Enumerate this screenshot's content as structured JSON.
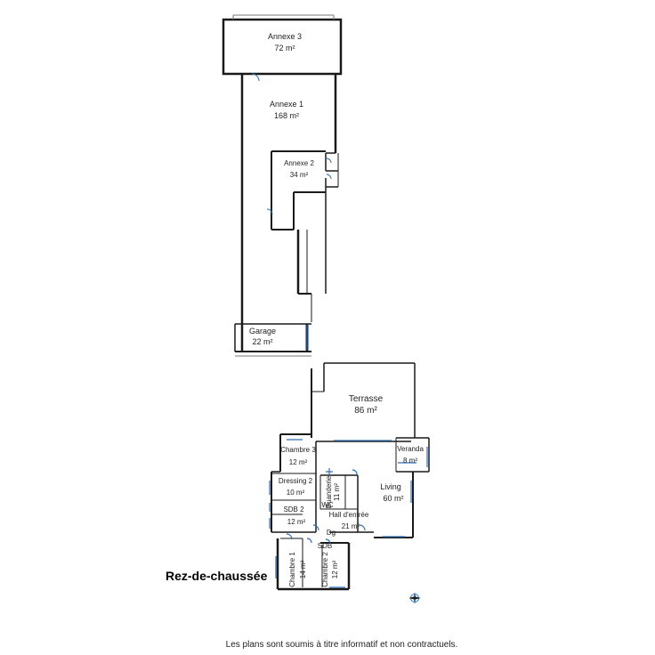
{
  "plan": {
    "level_title": "Rez-de-chaussée",
    "disclaimer": "Les plans sont soumis à titre informatif et non contractuels.",
    "rooms": {
      "annexe3": {
        "name": "Annexe 3",
        "area": "72 m²"
      },
      "annexe1": {
        "name": "Annexe 1",
        "area": "168 m²"
      },
      "annexe2": {
        "name": "Annexe 2",
        "area": "34 m²"
      },
      "garage": {
        "name": "Garage",
        "area": "22 m²"
      },
      "terrasse": {
        "name": "Terrasse",
        "area": "86 m²"
      },
      "chambre3": {
        "name": "Chambre 3",
        "area": "12 m²"
      },
      "veranda": {
        "name": "Veranda",
        "area": "8 m²"
      },
      "dressing2": {
        "name": "Dressing 2",
        "area": "10 m²"
      },
      "buanderie": {
        "name": "Buanderie",
        "area": "11 m²"
      },
      "living": {
        "name": "Living",
        "area": "60 m²"
      },
      "sdb2": {
        "name": "SDB 2",
        "area": "12 m²"
      },
      "wc": {
        "name": "WC"
      },
      "hall": {
        "name": "Hall d'entrée",
        "area": "21 m²"
      },
      "dg": {
        "name": "Dg"
      },
      "chambre1": {
        "name": "Chambre 1",
        "area": "14 m²"
      },
      "chambre2": {
        "name": "Chambre 2",
        "area": "12 m²"
      },
      "sdb1": {
        "name": "SDB"
      }
    }
  },
  "colors": {
    "wall": "#1a1a1a",
    "thin_wall": "#555555",
    "window": "#2f6fb5",
    "label": "#222222"
  },
  "icons": {
    "compass": "compass-rose-icon"
  }
}
